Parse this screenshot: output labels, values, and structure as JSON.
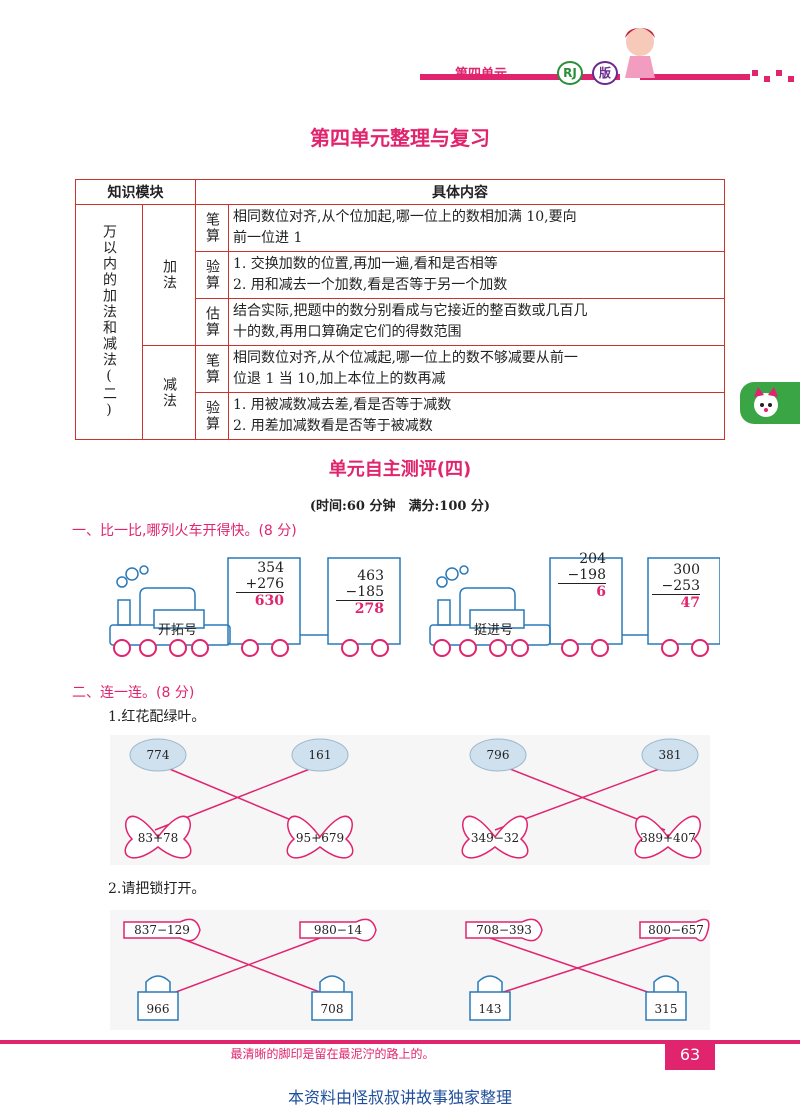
{
  "header": {
    "unit_label": "第四单元",
    "badge_rj": "RJ",
    "badge_ban": "版"
  },
  "main_title": "第四单元整理与复习",
  "table": {
    "col1_header": "知识模块",
    "col2_header": "具体内容",
    "module": "万以内的加法和减法(二)",
    "groups": [
      {
        "name": "加法",
        "rows": [
          {
            "label": "笔算",
            "lines": [
              "相同数位对齐,从个位加起,哪一位上的数相加满 10,要向",
              "前一位进 1"
            ]
          },
          {
            "label": "验算",
            "lines": [
              "1. 交换加数的位置,再加一遍,看和是否相等",
              "2. 用和减去一个加数,看是否等于另一个加数"
            ]
          },
          {
            "label": "估算",
            "lines": [
              "结合实际,把题中的数分别看成与它接近的整百数或几百几",
              "十的数,再用口算确定它们的得数范围"
            ]
          }
        ]
      },
      {
        "name": "减法",
        "rows": [
          {
            "label": "笔算",
            "lines": [
              "相同数位对齐,从个位减起,哪一位上的数不够减要从前一",
              "位退 1 当 10,加上本位上的数再减"
            ]
          },
          {
            "label": "验算",
            "lines": [
              "1. 用被减数减去差,看是否等于减数",
              "2. 用差加减数看是否等于被减数"
            ]
          }
        ]
      }
    ]
  },
  "sub_title": "单元自主测评(四)",
  "time_line": "(时间:60 分钟　满分:100 分)",
  "section1": {
    "title": "一、比一比,哪列火车开得快。(8 分)",
    "trains": [
      {
        "name": "开拓号",
        "cars": [
          {
            "a": "354",
            "op": "+276",
            "ans": "630"
          },
          {
            "a": "463",
            "op": "−185",
            "ans": "278"
          }
        ]
      },
      {
        "name": "挺进号",
        "cars": [
          {
            "a": "204",
            "op": "−198",
            "ans": "6"
          },
          {
            "a": "300",
            "op": "−253",
            "ans": "47"
          }
        ]
      }
    ]
  },
  "section2": {
    "title": "二、连一连。(8 分)",
    "q1": {
      "title": "1.红花配绿叶。",
      "clouds": [
        "774",
        "161",
        "796",
        "381"
      ],
      "butterflies": [
        "83+78",
        "95+679",
        "349−32",
        "389+407"
      ]
    },
    "q2": {
      "title": "2.请把锁打开。",
      "keys": [
        "837−129",
        "980−14",
        "708−393",
        "800−657"
      ],
      "locks": [
        "966",
        "708",
        "143",
        "315"
      ]
    }
  },
  "footer": {
    "motto": "最清晰的脚印是留在最泥泞的路上的。",
    "page": "63"
  },
  "bottom_note": "本资料由怪叔叔讲故事独家整理",
  "colors": {
    "accent": "#e0246e",
    "table_border": "#c9352e",
    "green": "#3aa544"
  }
}
